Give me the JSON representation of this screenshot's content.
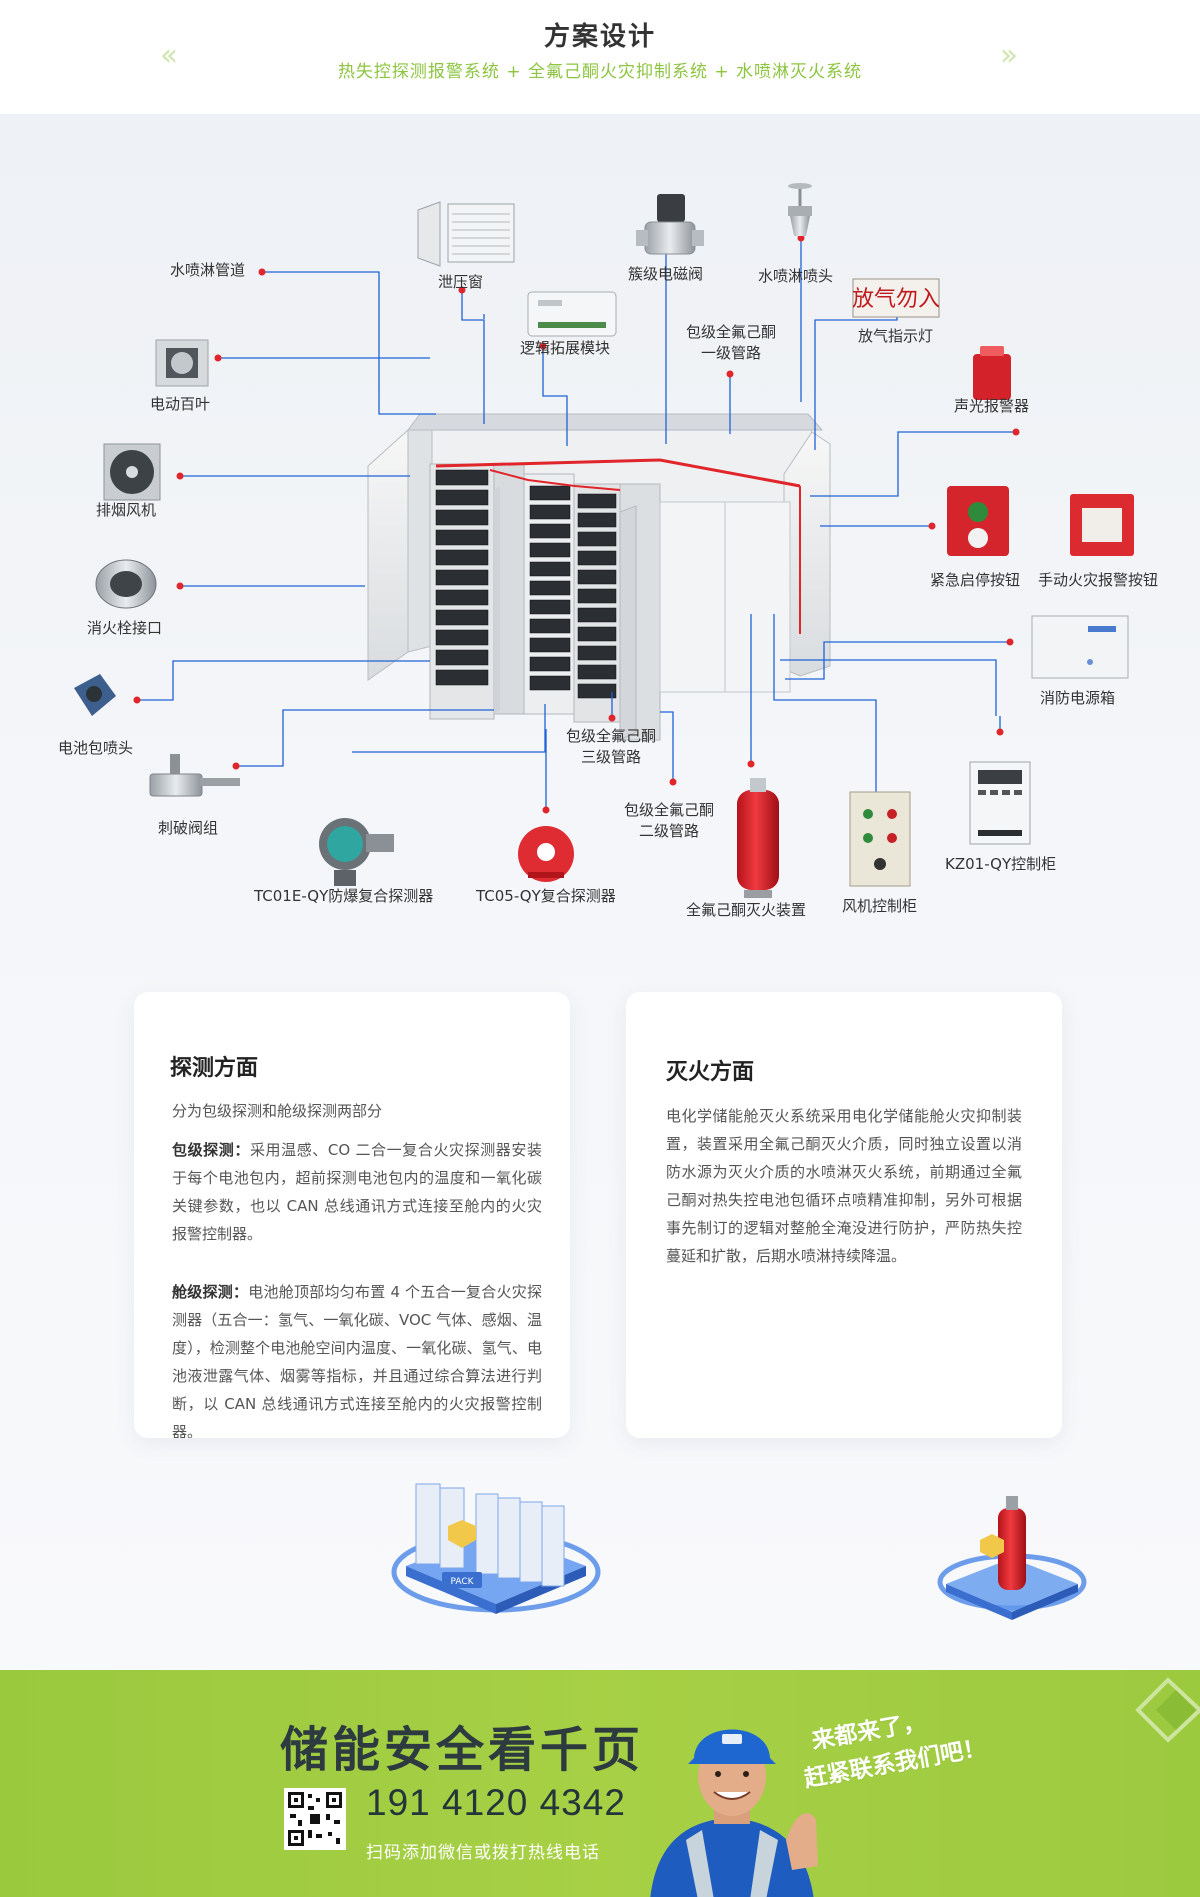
{
  "header": {
    "title": "方案设计",
    "subtitle": "热失控探测报警系统 + 全氟己酮火灾抑制系统 + 水喷淋灭火系统",
    "prev_icon": "double-chevron-left-icon",
    "next_icon": "double-chevron-right-icon"
  },
  "diagram": {
    "labels": {
      "sprinkler_pipe": "水喷淋管道",
      "pressure_vent": "泄压窗",
      "cluster_valve": "簇级电磁阀",
      "sprinkler_head": "水喷淋喷头",
      "release_light": "放气指示灯",
      "release_light_sign": "放气勿入",
      "logic_module": "逻辑拓展模块",
      "pack_pipe_1": "包级全氟己酮\n一级管路",
      "electric_louver": "电动百叶",
      "sound_light_alarm": "声光报警器",
      "exhaust_fan": "排烟风机",
      "emergency_button": "紧急启停按钮",
      "manual_alarm_button": "手动火灾报警按钮",
      "hydrant_interface": "消火栓接口",
      "fire_power_box": "消防电源箱",
      "pack_nozzle": "电池包喷头",
      "pack_pipe_3": "包级全氟己酮\n三级管路",
      "pierce_valve": "刺破阀组",
      "pack_pipe_2": "包级全氟己酮\n二级管路",
      "kz01_cabinet": "KZ01-QY控制柜",
      "tc01e_detector": "TC01E-QY防爆复合探测器",
      "tc05_detector": "TC05-QY复合探测器",
      "extinguisher": "全氟己酮灭火装置",
      "fan_cabinet": "风机控制柜"
    }
  },
  "detection": {
    "title": "探测方面",
    "intro": "分为包级探测和舱级探测两部分",
    "pack_label": "包级探测：",
    "pack_text": "采用温感、CO 二合一复合火灾探测器安装于每个电池包内，超前探测电池包内的温度和一氧化碳关键参数，也以 CAN 总线通讯方式连接至舱内的火灾报警控制器。",
    "cabin_label": "舱级探测：",
    "cabin_text": "电池舱顶部均匀布置 4 个五合一复合火灾探测器（五合一：氢气、一氧化碳、VOC 气体、感烟、温度），检测整个电池舱空间内温度、一氧化碳、氢气、电池液泄露气体、烟雾等指标，并且通过综合算法进行判断，以 CAN 总线通讯方式连接至舱内的火灾报警控制器。",
    "illustration_tag": "PACK"
  },
  "suppression": {
    "title": "灭火方面",
    "text": "电化学储能舱灭火系统采用电化学储能舱火灾抑制装置，装置采用全氟己酮灭火介质，同时独立设置以消防水源为灭火介质的水喷淋灭火系统，前期通过全氟己酮对热失控电池包循环点喷精准抑制，另外可根据事先制订的逻辑对整舱全淹没进行防护，严防热失控蔓延和扩散，后期水喷淋持续降温。"
  },
  "footer": {
    "slogan": "储能安全看千页",
    "phone": "191 4120 4342",
    "scan_text": "扫码添加微信或拨打热线电话",
    "callout_line1": "来都来了，",
    "callout_line2": "赶紧联系我们吧！",
    "accent": "#9ac93e"
  },
  "colors": {
    "accent_green": "#8dc540",
    "leader_line": "#1f63d6",
    "dot": "#e0262b"
  }
}
